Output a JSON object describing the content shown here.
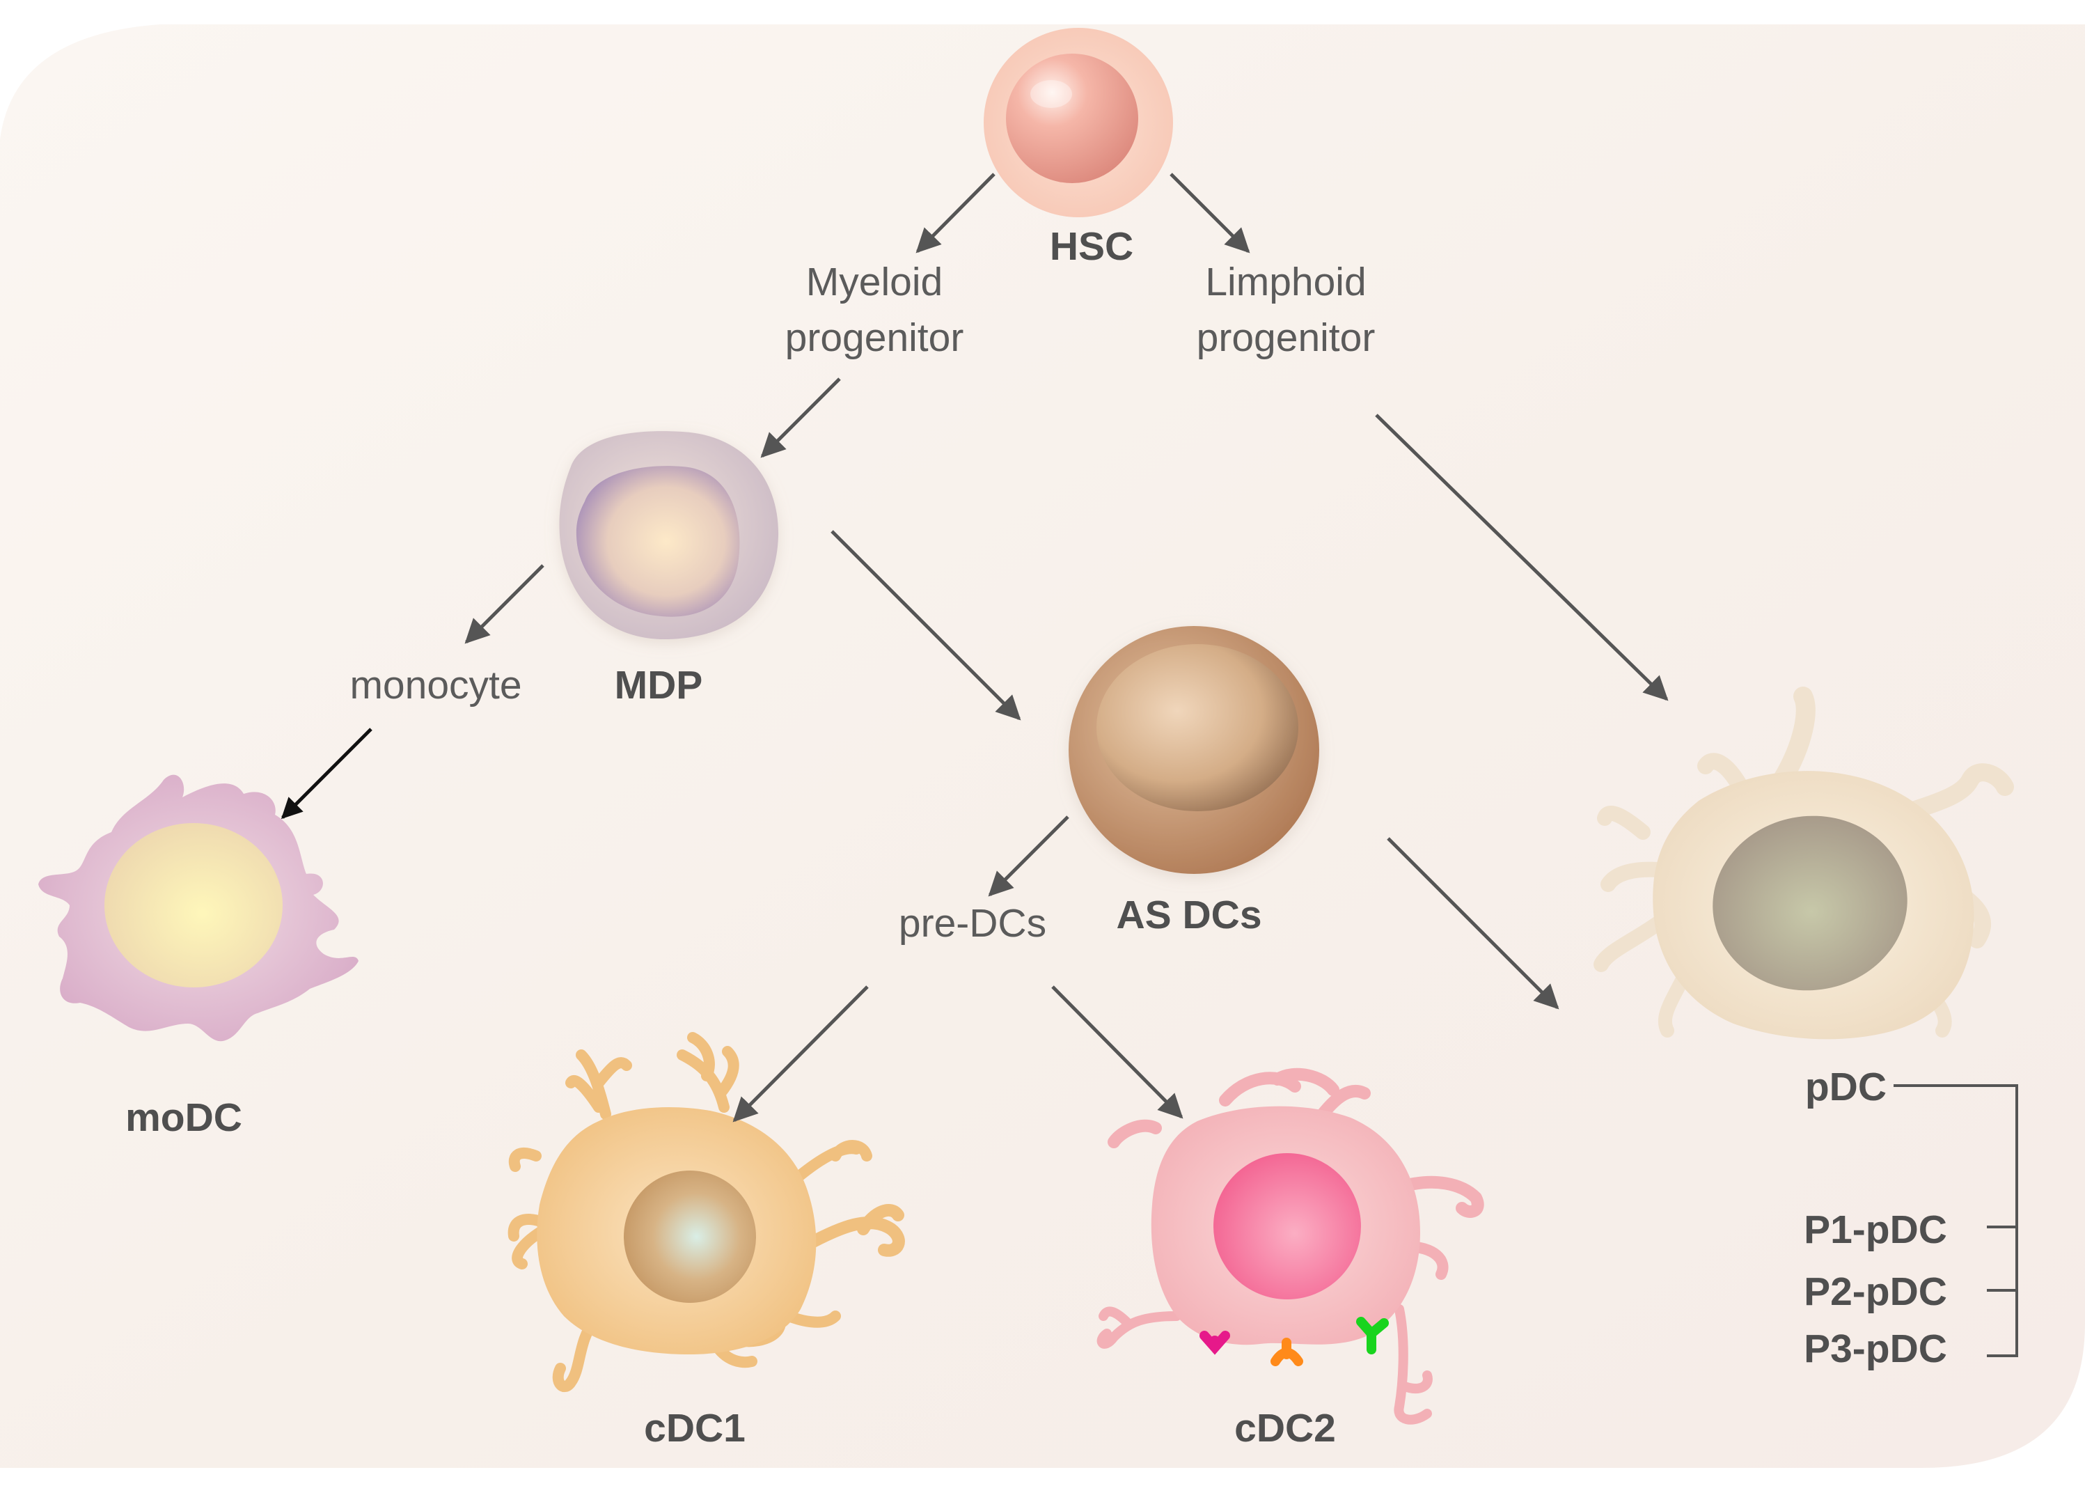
{
  "diagram": {
    "nodes": {
      "hsc": {
        "label": "HSC"
      },
      "myeloid": {
        "line1": "Myeloid",
        "line2": "progenitor"
      },
      "lymphoid": {
        "line1": "Limphoid",
        "line2": "progenitor"
      },
      "mdp": {
        "label": "MDP"
      },
      "monocyte": {
        "label": "monocyte"
      },
      "as_dcs": {
        "label": "AS DCs"
      },
      "pre_dcs": {
        "label": "pre-DCs"
      },
      "modc": {
        "label": "moDC"
      },
      "cdc1": {
        "label": "cDC1"
      },
      "cdc2": {
        "label": "cDC2"
      },
      "pdc": {
        "label": "pDC"
      }
    },
    "pdc_subsets": [
      "P1-pDC",
      "P2-pDC",
      "P3-pDC"
    ],
    "edges": [
      {
        "from": "HSC",
        "to": "Myeloid progenitor"
      },
      {
        "from": "HSC",
        "to": "Limphoid progenitor"
      },
      {
        "from": "Myeloid progenitor",
        "to": "MDP"
      },
      {
        "from": "Limphoid progenitor",
        "to": "pDC"
      },
      {
        "from": "MDP",
        "to": "monocyte"
      },
      {
        "from": "MDP",
        "to": "AS DCs"
      },
      {
        "from": "monocyte",
        "to": "moDC"
      },
      {
        "from": "AS DCs",
        "to": "pre-DCs"
      },
      {
        "from": "AS DCs",
        "to": "pDC"
      },
      {
        "from": "pre-DCs",
        "to": "cDC1"
      },
      {
        "from": "pre-DCs",
        "to": "cDC2"
      }
    ],
    "colors": {
      "arrow": "#555555",
      "label_bold": "#4f4f4f",
      "label_regular": "#5b5b5b",
      "background": "#f8f3ee",
      "hsc": "#f2b3a6",
      "mdp": "#d9c8d0",
      "as_dcs": "#c89b74",
      "modc": "#dcb8cc",
      "cdc1": "#f0c98f",
      "cdc2": "#f4b3b9",
      "pdc": "#f0e2cf",
      "receptor_magenta": "#e6198a",
      "receptor_orange": "#ff8a1a",
      "receptor_green": "#19d41e"
    }
  }
}
